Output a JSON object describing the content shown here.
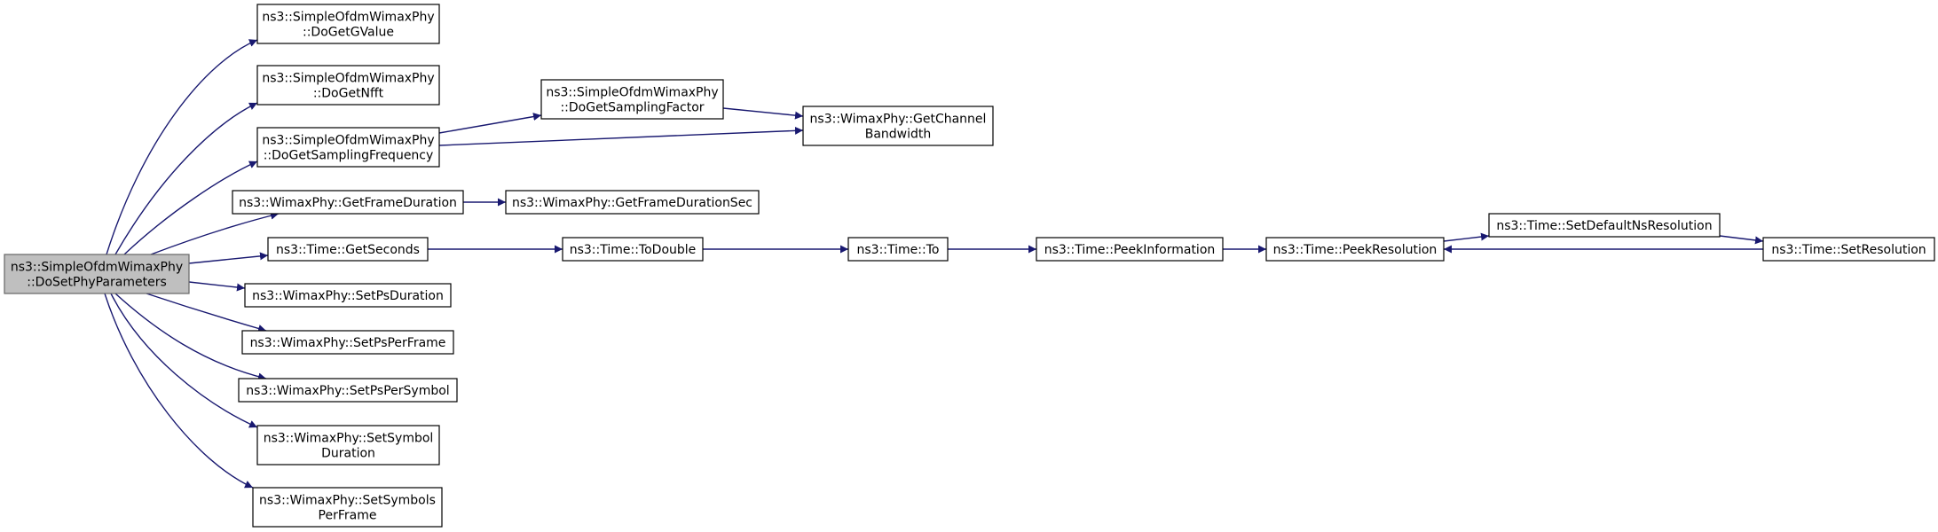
{
  "colors": {
    "edge": "#191970",
    "root_fill": "#bfbfbf",
    "node_fill": "#ffffff"
  },
  "nodes": [
    {
      "id": "root",
      "lines": [
        "ns3::SimpleOfdmWimaxPhy",
        "::DoSetPhyParameters"
      ],
      "root": true
    },
    {
      "id": "getgvalue",
      "lines": [
        "ns3::SimpleOfdmWimaxPhy",
        "::DoGetGValue"
      ]
    },
    {
      "id": "getnfft",
      "lines": [
        "ns3::SimpleOfdmWimaxPhy",
        "::DoGetNfft"
      ]
    },
    {
      "id": "getsamplingfreq",
      "lines": [
        "ns3::SimpleOfdmWimaxPhy",
        "::DoGetSamplingFrequency"
      ]
    },
    {
      "id": "getsamplingfactor",
      "lines": [
        "ns3::SimpleOfdmWimaxPhy",
        "::DoGetSamplingFactor"
      ]
    },
    {
      "id": "getchannelbw",
      "lines": [
        "ns3::WimaxPhy::GetChannel",
        "Bandwidth"
      ]
    },
    {
      "id": "getframeduration",
      "lines": [
        "ns3::WimaxPhy::GetFrameDuration"
      ]
    },
    {
      "id": "getframedurationsec",
      "lines": [
        "ns3::WimaxPhy::GetFrameDurationSec"
      ]
    },
    {
      "id": "getseconds",
      "lines": [
        "ns3::Time::GetSeconds"
      ]
    },
    {
      "id": "todouble",
      "lines": [
        "ns3::Time::ToDouble"
      ]
    },
    {
      "id": "to",
      "lines": [
        "ns3::Time::To"
      ]
    },
    {
      "id": "peekinformation",
      "lines": [
        "ns3::Time::PeekInformation"
      ]
    },
    {
      "id": "peekresolution",
      "lines": [
        "ns3::Time::PeekResolution"
      ]
    },
    {
      "id": "setdefaultnsres",
      "lines": [
        "ns3::Time::SetDefaultNsResolution"
      ]
    },
    {
      "id": "setresolution",
      "lines": [
        "ns3::Time::SetResolution"
      ]
    },
    {
      "id": "setpsduration",
      "lines": [
        "ns3::WimaxPhy::SetPsDuration"
      ]
    },
    {
      "id": "setpsperframe",
      "lines": [
        "ns3::WimaxPhy::SetPsPerFrame"
      ]
    },
    {
      "id": "setpspersymbol",
      "lines": [
        "ns3::WimaxPhy::SetPsPerSymbol"
      ]
    },
    {
      "id": "setsymbolduration",
      "lines": [
        "ns3::WimaxPhy::SetSymbol",
        "Duration"
      ]
    },
    {
      "id": "setsymbolsperframe",
      "lines": [
        "ns3::WimaxPhy::SetSymbols",
        "PerFrame"
      ]
    }
  ],
  "edges": [
    {
      "from": "root",
      "to": "getgvalue"
    },
    {
      "from": "root",
      "to": "getnfft"
    },
    {
      "from": "root",
      "to": "getsamplingfreq"
    },
    {
      "from": "getsamplingfreq",
      "to": "getsamplingfactor"
    },
    {
      "from": "getsamplingfreq",
      "to": "getchannelbw"
    },
    {
      "from": "getsamplingfactor",
      "to": "getchannelbw"
    },
    {
      "from": "root",
      "to": "getframeduration"
    },
    {
      "from": "getframeduration",
      "to": "getframedurationsec"
    },
    {
      "from": "root",
      "to": "getseconds"
    },
    {
      "from": "getseconds",
      "to": "todouble"
    },
    {
      "from": "todouble",
      "to": "to"
    },
    {
      "from": "to",
      "to": "peekinformation"
    },
    {
      "from": "peekinformation",
      "to": "peekresolution"
    },
    {
      "from": "peekresolution",
      "to": "setdefaultnsres"
    },
    {
      "from": "setdefaultnsres",
      "to": "setresolution"
    },
    {
      "from": "setresolution",
      "to": "peekresolution"
    },
    {
      "from": "root",
      "to": "setpsduration"
    },
    {
      "from": "root",
      "to": "setpsperframe"
    },
    {
      "from": "root",
      "to": "setpspersymbol"
    },
    {
      "from": "root",
      "to": "setsymbolduration"
    },
    {
      "from": "root",
      "to": "setsymbolsperframe"
    }
  ]
}
